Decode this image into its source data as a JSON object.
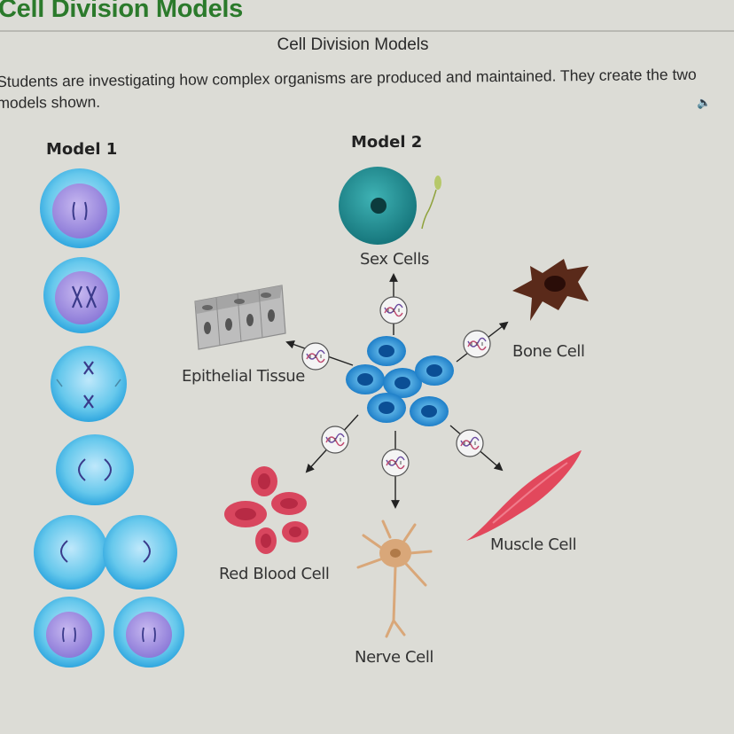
{
  "header": {
    "title": "Cell Division Models"
  },
  "panel": {
    "title": "Cell Division Models",
    "intro": "Students are investigating how complex organisms are produced and maintained. They create the two models shown."
  },
  "models": {
    "model1": {
      "label": "Model 1"
    },
    "model2": {
      "label": "Model 2",
      "cells": {
        "sex": "Sex Cells",
        "bone": "Bone Cell",
        "epithelial": "Epithelial Tissue",
        "red_blood": "Red Blood Cell",
        "muscle": "Muscle Cell",
        "nerve": "Nerve Cell"
      }
    }
  },
  "icons": [
    "speaker-icon",
    "dna-icon",
    "arrow-icon"
  ],
  "colors": {
    "title_green": "#2b7a2b",
    "stem_cell_blue": "#1f8fd6",
    "sex_cell_teal": "#1d8f95",
    "bone_brown": "#5a2a1a",
    "muscle_red": "#e2485c",
    "rbc_red": "#d8465e",
    "nerve_tan": "#d9a779",
    "mitosis_cyan": "#66c8ec"
  }
}
